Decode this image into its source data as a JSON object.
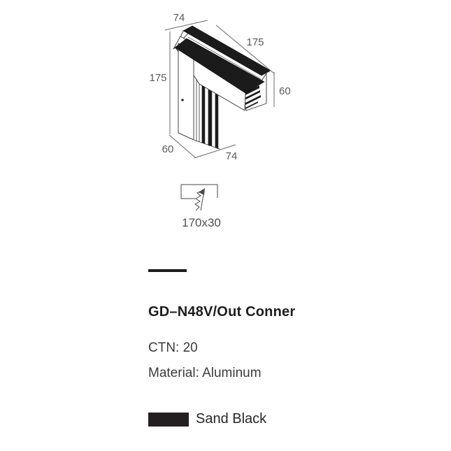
{
  "drawing": {
    "dim_top_width": "74",
    "dim_left_length": "175",
    "dim_right_length": "175",
    "dim_right_height": "60",
    "dim_bottom_depth": "60",
    "dim_bottom_width": "74",
    "cutout_size": "170x30"
  },
  "product": {
    "model": "GD–N48V/Out Conner",
    "carton": "CTN: 20",
    "material": "Material: Aluminum"
  },
  "finish": {
    "label": "Sand Black",
    "swatch_color": "#231f20"
  },
  "divider_color": "#1c1c1c"
}
